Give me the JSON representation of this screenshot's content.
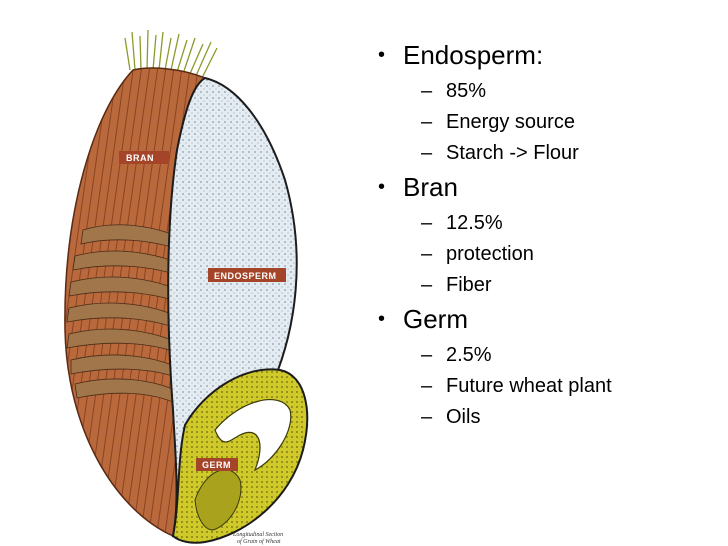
{
  "diagram": {
    "labels": {
      "bran": "BRAN",
      "endosperm": "ENDOSPERM",
      "germ": "GERM"
    },
    "caption": [
      "Longitudinal Section",
      "of Grain of Wheat"
    ],
    "colors": {
      "bran": "#b8683a",
      "endosperm": "#dfe7ee",
      "germ": "#c9c325",
      "label_bg": "#a4452a"
    }
  },
  "bullets": {
    "items": [
      {
        "title": "Endosperm:",
        "sub": [
          "85%",
          "Energy source",
          "Starch -> Flour"
        ]
      },
      {
        "title": "Bran",
        "sub": [
          "12.5%",
          "protection",
          "Fiber"
        ]
      },
      {
        "title": "Germ",
        "sub": [
          "2.5%",
          "Future wheat plant",
          "Oils"
        ]
      }
    ],
    "bullet_char": "•",
    "dash_char": "–"
  }
}
